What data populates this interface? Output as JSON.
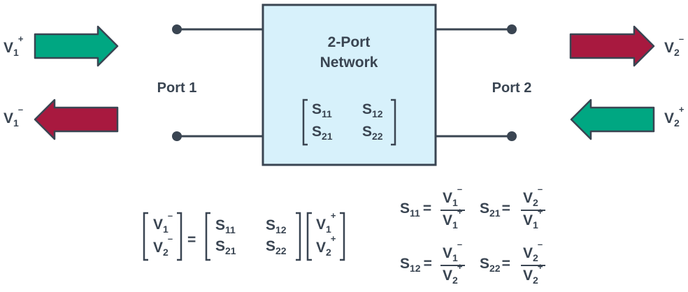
{
  "colors": {
    "ink": "#3a4552",
    "box_fill": "#d7f1fb",
    "green_arrow": "#00a782",
    "red_arrow": "#a8193f",
    "outline": "#3a4552"
  },
  "network": {
    "title_line1": "2-Port",
    "title_line2": "Network"
  },
  "ports": {
    "port1": "Port 1",
    "port2": "Port 2"
  },
  "symbols": {
    "V": "V",
    "S": "S",
    "eq": "=",
    "plus": "+",
    "minus": "–",
    "sub1": "1",
    "sub2": "2",
    "sub11": "11",
    "sub12": "12",
    "sub21": "21",
    "sub22": "22"
  },
  "arrows": [
    {
      "id": "v1-incident",
      "color": "green",
      "direction": "right"
    },
    {
      "id": "v1-reflected",
      "color": "red",
      "direction": "left"
    },
    {
      "id": "v2-reflected",
      "color": "red",
      "direction": "right"
    },
    {
      "id": "v2-incident",
      "color": "green",
      "direction": "left"
    }
  ]
}
